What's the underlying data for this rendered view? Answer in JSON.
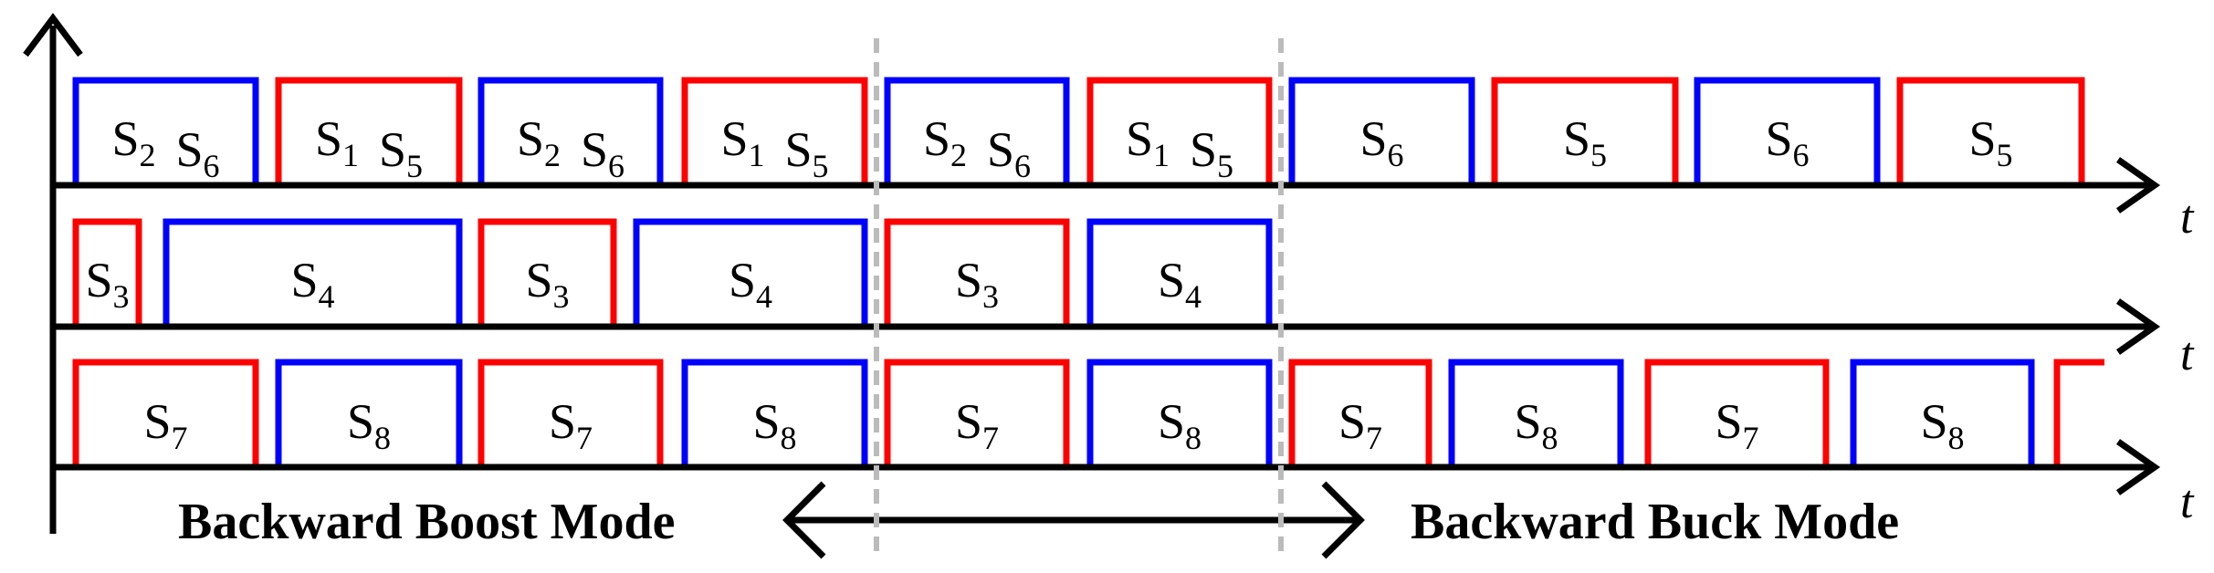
{
  "colors": {
    "red": "#FF0000",
    "blue": "#0000FF",
    "axis": "#000000",
    "divider": "#BBBBBB"
  },
  "axis_label": "t",
  "rows": [
    {
      "name": "row-1",
      "pulses": [
        {
          "color": "blue",
          "label": [
            [
              "S",
              "2"
            ],
            [
              "S",
              "6"
            ]
          ]
        },
        {
          "color": "red",
          "label": [
            [
              "S",
              "1"
            ],
            [
              "S",
              "5"
            ]
          ]
        },
        {
          "color": "blue",
          "label": [
            [
              "S",
              "2"
            ],
            [
              "S",
              "6"
            ]
          ]
        },
        {
          "color": "red",
          "label": [
            [
              "S",
              "1"
            ],
            [
              "S",
              "5"
            ]
          ]
        },
        {
          "color": "blue",
          "label": [
            [
              "S",
              "2"
            ],
            [
              "S",
              "6"
            ]
          ]
        },
        {
          "color": "red",
          "label": [
            [
              "S",
              "1"
            ],
            [
              "S",
              "5"
            ]
          ]
        },
        {
          "color": "blue",
          "label": [
            [
              "S",
              "6"
            ]
          ]
        },
        {
          "color": "red",
          "label": [
            [
              "S",
              "5"
            ]
          ]
        },
        {
          "color": "blue",
          "label": [
            [
              "S",
              "6"
            ]
          ]
        },
        {
          "color": "red",
          "label": [
            [
              "S",
              "5"
            ]
          ]
        }
      ]
    },
    {
      "name": "row-2",
      "pulses": [
        {
          "color": "red",
          "label": [
            [
              "S",
              "3"
            ]
          ]
        },
        {
          "color": "blue",
          "label": [
            [
              "S",
              "4"
            ]
          ]
        },
        {
          "color": "red",
          "label": [
            [
              "S",
              "3"
            ]
          ]
        },
        {
          "color": "blue",
          "label": [
            [
              "S",
              "4"
            ]
          ]
        },
        {
          "color": "red",
          "label": [
            [
              "S",
              "3"
            ]
          ]
        },
        {
          "color": "blue",
          "label": [
            [
              "S",
              "4"
            ]
          ]
        }
      ]
    },
    {
      "name": "row-3",
      "pulses": [
        {
          "color": "red",
          "label": [
            [
              "S",
              "7"
            ]
          ]
        },
        {
          "color": "blue",
          "label": [
            [
              "S",
              "8"
            ]
          ]
        },
        {
          "color": "red",
          "label": [
            [
              "S",
              "7"
            ]
          ]
        },
        {
          "color": "blue",
          "label": [
            [
              "S",
              "8"
            ]
          ]
        },
        {
          "color": "red",
          "label": [
            [
              "S",
              "7"
            ]
          ]
        },
        {
          "color": "blue",
          "label": [
            [
              "S",
              "8"
            ]
          ]
        },
        {
          "color": "red",
          "label": [
            [
              "S",
              "7"
            ]
          ]
        },
        {
          "color": "blue",
          "label": [
            [
              "S",
              "8"
            ]
          ]
        },
        {
          "color": "red",
          "label": [
            [
              "S",
              "7"
            ]
          ]
        },
        {
          "color": "blue",
          "label": [
            [
              "S",
              "8"
            ]
          ]
        },
        {
          "color": "red",
          "label": []
        }
      ]
    }
  ],
  "modes": {
    "left": "Backward Boost Mode",
    "right": "Backward Buck Mode"
  }
}
